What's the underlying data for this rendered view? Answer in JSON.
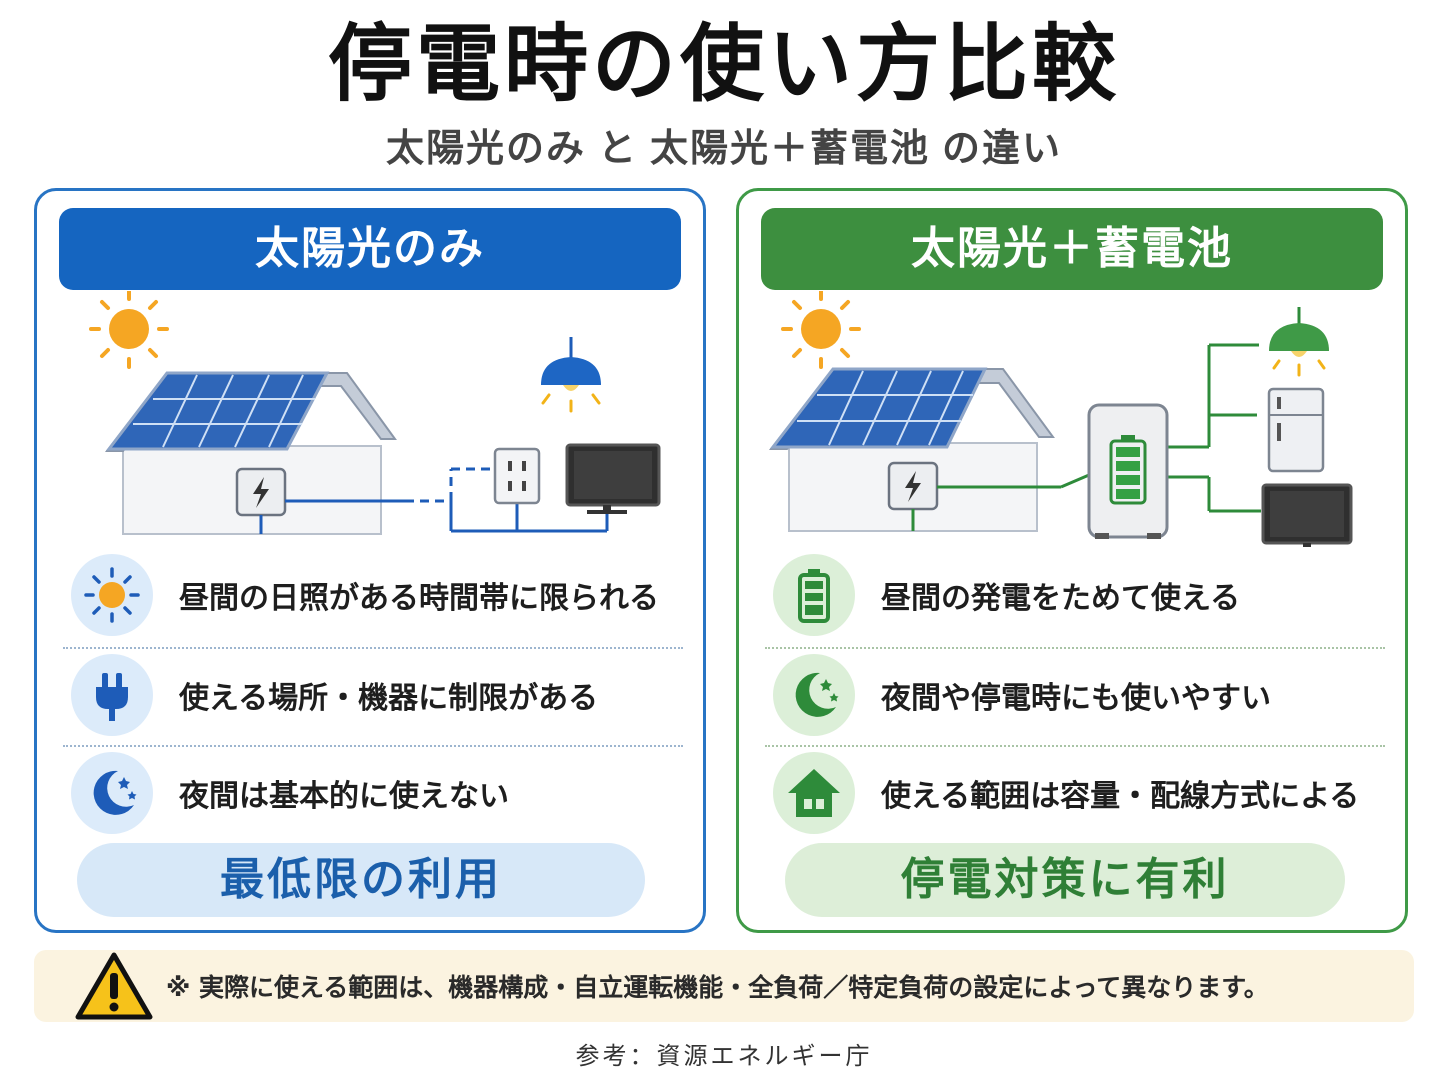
{
  "header": {
    "title": "停電時の使い方比較",
    "subtitle_a": "太陽光のみ",
    "subtitle_join": "と",
    "subtitle_b": "太陽光＋蓄電池",
    "subtitle_end": "の違い"
  },
  "left_panel": {
    "title": "太陽光のみ",
    "items": [
      {
        "icon": "sun-icon",
        "text": "昼間の日照がある時間帯に限られる"
      },
      {
        "icon": "plug-icon",
        "text": "使える場所・機器に制限がある"
      },
      {
        "icon": "moon-icon",
        "text": "夜間は基本的に使えない"
      }
    ],
    "summary": "最低限の利用"
  },
  "right_panel": {
    "title": "太陽光＋蓄電池",
    "items": [
      {
        "icon": "battery-icon",
        "text": "昼間の発電をためて使える"
      },
      {
        "icon": "moon-icon",
        "text": "夜間や停電時にも使いやすい"
      },
      {
        "icon": "house-icon",
        "text": "使える範囲は容量・配線方式による"
      }
    ],
    "summary": "停電対策に有利"
  },
  "note": {
    "icon": "warning-icon",
    "text": "※ 実際に使える範囲は、機器構成・自立運転機能・全負荷／特定負荷の設定によって異なります。"
  },
  "source": "参考：資源エネルギー庁",
  "colors": {
    "left_accent": "#1565c0",
    "right_accent": "#3d8f3f",
    "sun": "#f5a623",
    "note_bg": "#fbf3e0"
  }
}
